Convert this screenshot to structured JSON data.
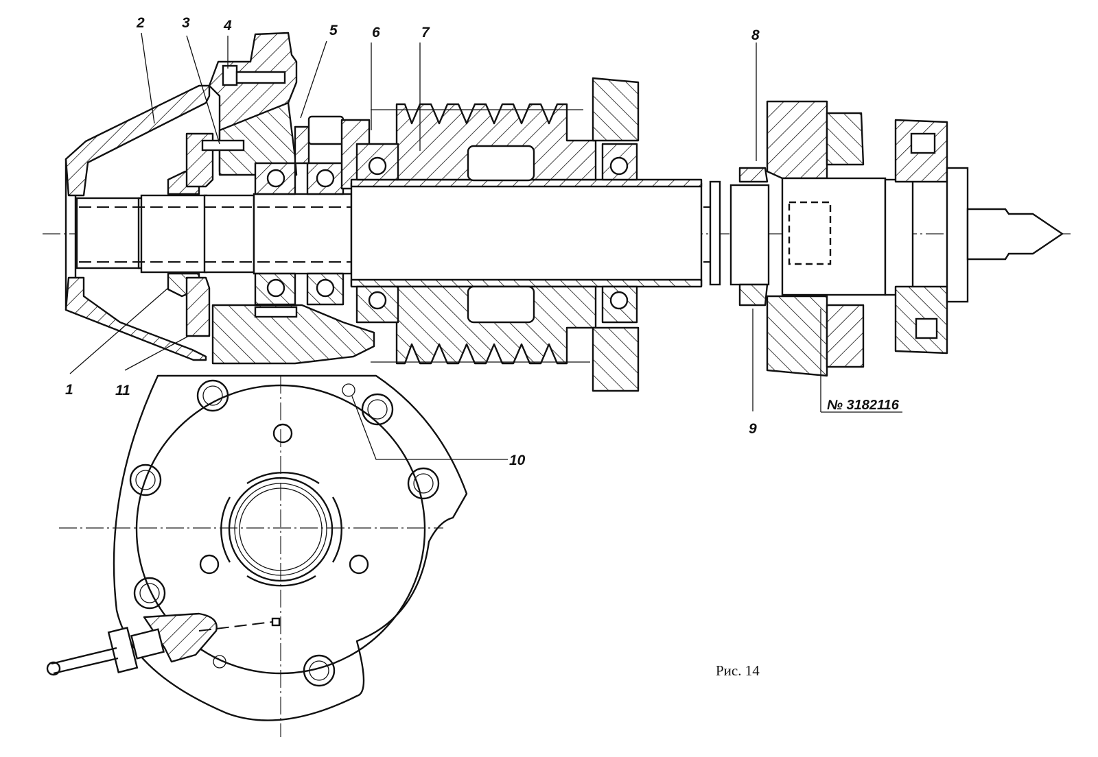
{
  "figure": {
    "caption": "Рис. 14",
    "subject": "spindle assembly cross-section with end view",
    "patent_label": "№ 3182116"
  },
  "callouts": [
    {
      "id": "1",
      "text": "1"
    },
    {
      "id": "2",
      "text": "2"
    },
    {
      "id": "3",
      "text": "3"
    },
    {
      "id": "4",
      "text": "4"
    },
    {
      "id": "5",
      "text": "5"
    },
    {
      "id": "6",
      "text": "6"
    },
    {
      "id": "7",
      "text": "7"
    },
    {
      "id": "8",
      "text": "8"
    },
    {
      "id": "9",
      "text": "9"
    },
    {
      "id": "10",
      "text": "10"
    },
    {
      "id": "11",
      "text": "11"
    }
  ],
  "colors": {
    "ink": "#111111",
    "paper": "#ffffff"
  }
}
